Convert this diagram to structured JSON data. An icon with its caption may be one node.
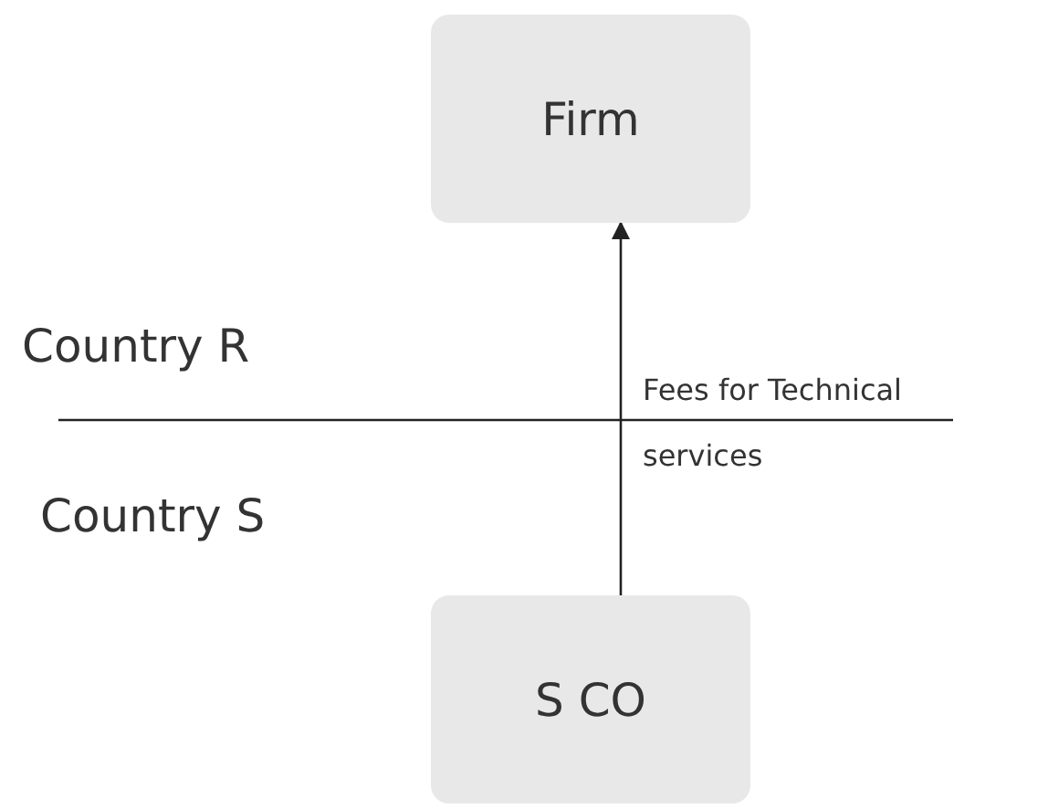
{
  "diagram": {
    "nodes": [
      {
        "text": [
          "Firm"
        ]
      },
      {
        "text": [
          "S CO"
        ]
      }
    ],
    "edges": [
      {
        "from": 1,
        "to": 0,
        "arrow": "to",
        "label": "Fees for Technical services"
      }
    ],
    "labels": [
      "Country R",
      "Country S"
    ]
  }
}
